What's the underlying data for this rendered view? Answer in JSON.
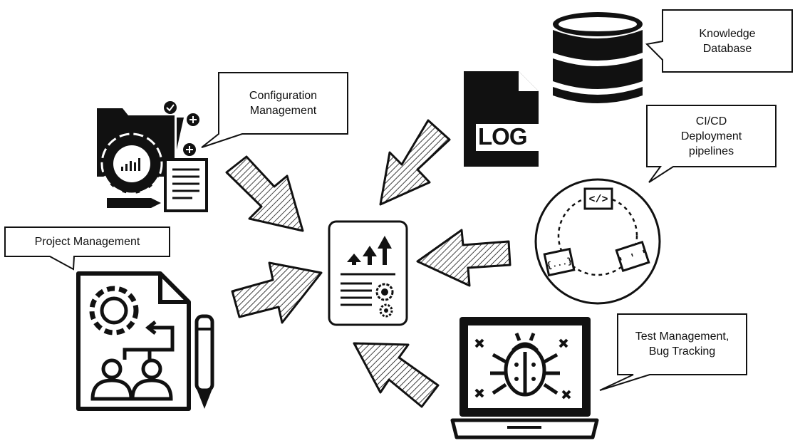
{
  "callouts": {
    "knowledge_database": "Knowledge\nDatabase",
    "configuration_management": "Configuration\nManagement",
    "cicd": "CI/CD\nDeployment\npipelines",
    "project_management": "Project Management",
    "test_management": "Test Management,\nBug Tracking"
  },
  "icons": {
    "log_label": "LOG",
    "code_tag": "</>",
    "braces_tag": "{...}",
    "cli_tag": "' ' '"
  },
  "colors": {
    "ink": "#111111",
    "paper": "#ffffff"
  }
}
